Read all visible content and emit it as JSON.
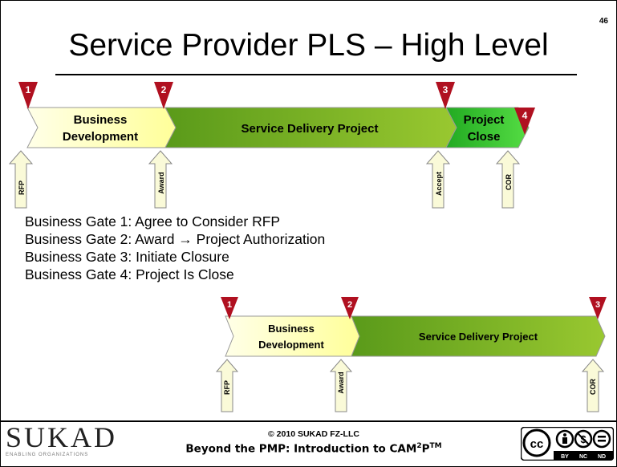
{
  "slide": {
    "title": "Service Provider PLS – High Level",
    "page_number": "46"
  },
  "top_flow": {
    "phases": [
      "Business Development",
      "Service Delivery Project",
      "Project Close"
    ],
    "phase_lines": {
      "business": [
        "Business",
        "Development"
      ],
      "delivery": [
        "Service Delivery Project"
      ],
      "close": [
        "Project",
        "Close"
      ]
    },
    "gate_markers": [
      "1",
      "2",
      "3",
      "4"
    ],
    "input_arrows": [
      "RFP",
      "Award",
      "Accept",
      "COR"
    ]
  },
  "gates_list": [
    "Business Gate 1: Agree to Consider RFP",
    "Business Gate 2: Award → Project Authorization",
    "Business Gate 3: Initiate Closure",
    "Business Gate 4: Project Is Close"
  ],
  "bottom_flow": {
    "phase_lines": {
      "business": [
        "Business",
        "Development"
      ],
      "delivery": [
        "Service Delivery Project"
      ]
    },
    "gate_markers": [
      "1",
      "2",
      "3"
    ],
    "input_arrows": [
      "RFP",
      "Award",
      "COR"
    ]
  },
  "footer": {
    "logo_text": "SUKAD",
    "logo_tagline": "ENABLING ORGANIZATIONS",
    "copyright": "© 2010 SUKAD FZ-LLC",
    "subtitle_main": "Beyond the PMP: Introduction to CAM",
    "subtitle_sup": "2",
    "subtitle_end": "P",
    "subtitle_tm": "TM",
    "license_labels": [
      "BY",
      "NC",
      "ND"
    ]
  },
  "colors": {
    "business_fill": "#ffffc0",
    "delivery_fill": "#77aa22",
    "close_fill": "#22bb22",
    "gate_marker": "#b01020",
    "arrow_fill": "#fafad8"
  }
}
